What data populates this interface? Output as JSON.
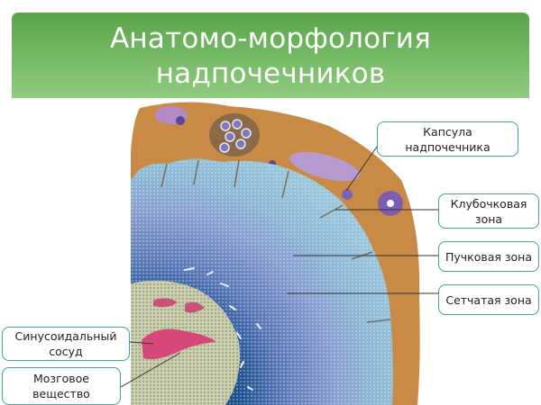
{
  "title": {
    "line1": "Анатомо-морфология",
    "line2": "надпочечников"
  },
  "colors": {
    "header_top": "#5aa44a",
    "header_bottom": "#8fcb80",
    "label_border": "#3ea19a",
    "capsule": "#c98a45",
    "cortex_light": "#8ab6d4",
    "cortex_dark": "#1f4f8a",
    "medulla": "#c9c7a0",
    "sinusoid": "#d6477a"
  },
  "labels": {
    "capsule": {
      "line1": "Капсула",
      "line2": "надпочечника"
    },
    "glomerular": {
      "line1": "Клубочковая",
      "line2": "зона"
    },
    "fascicular": {
      "line1": "Пучковая зона"
    },
    "reticular": {
      "line1": "Сетчатая зона"
    },
    "sinusoid": {
      "line1": "Синусоидальный",
      "line2": "сосуд"
    },
    "medulla": {
      "line1": "Мозговое",
      "line2": "вещество"
    }
  }
}
